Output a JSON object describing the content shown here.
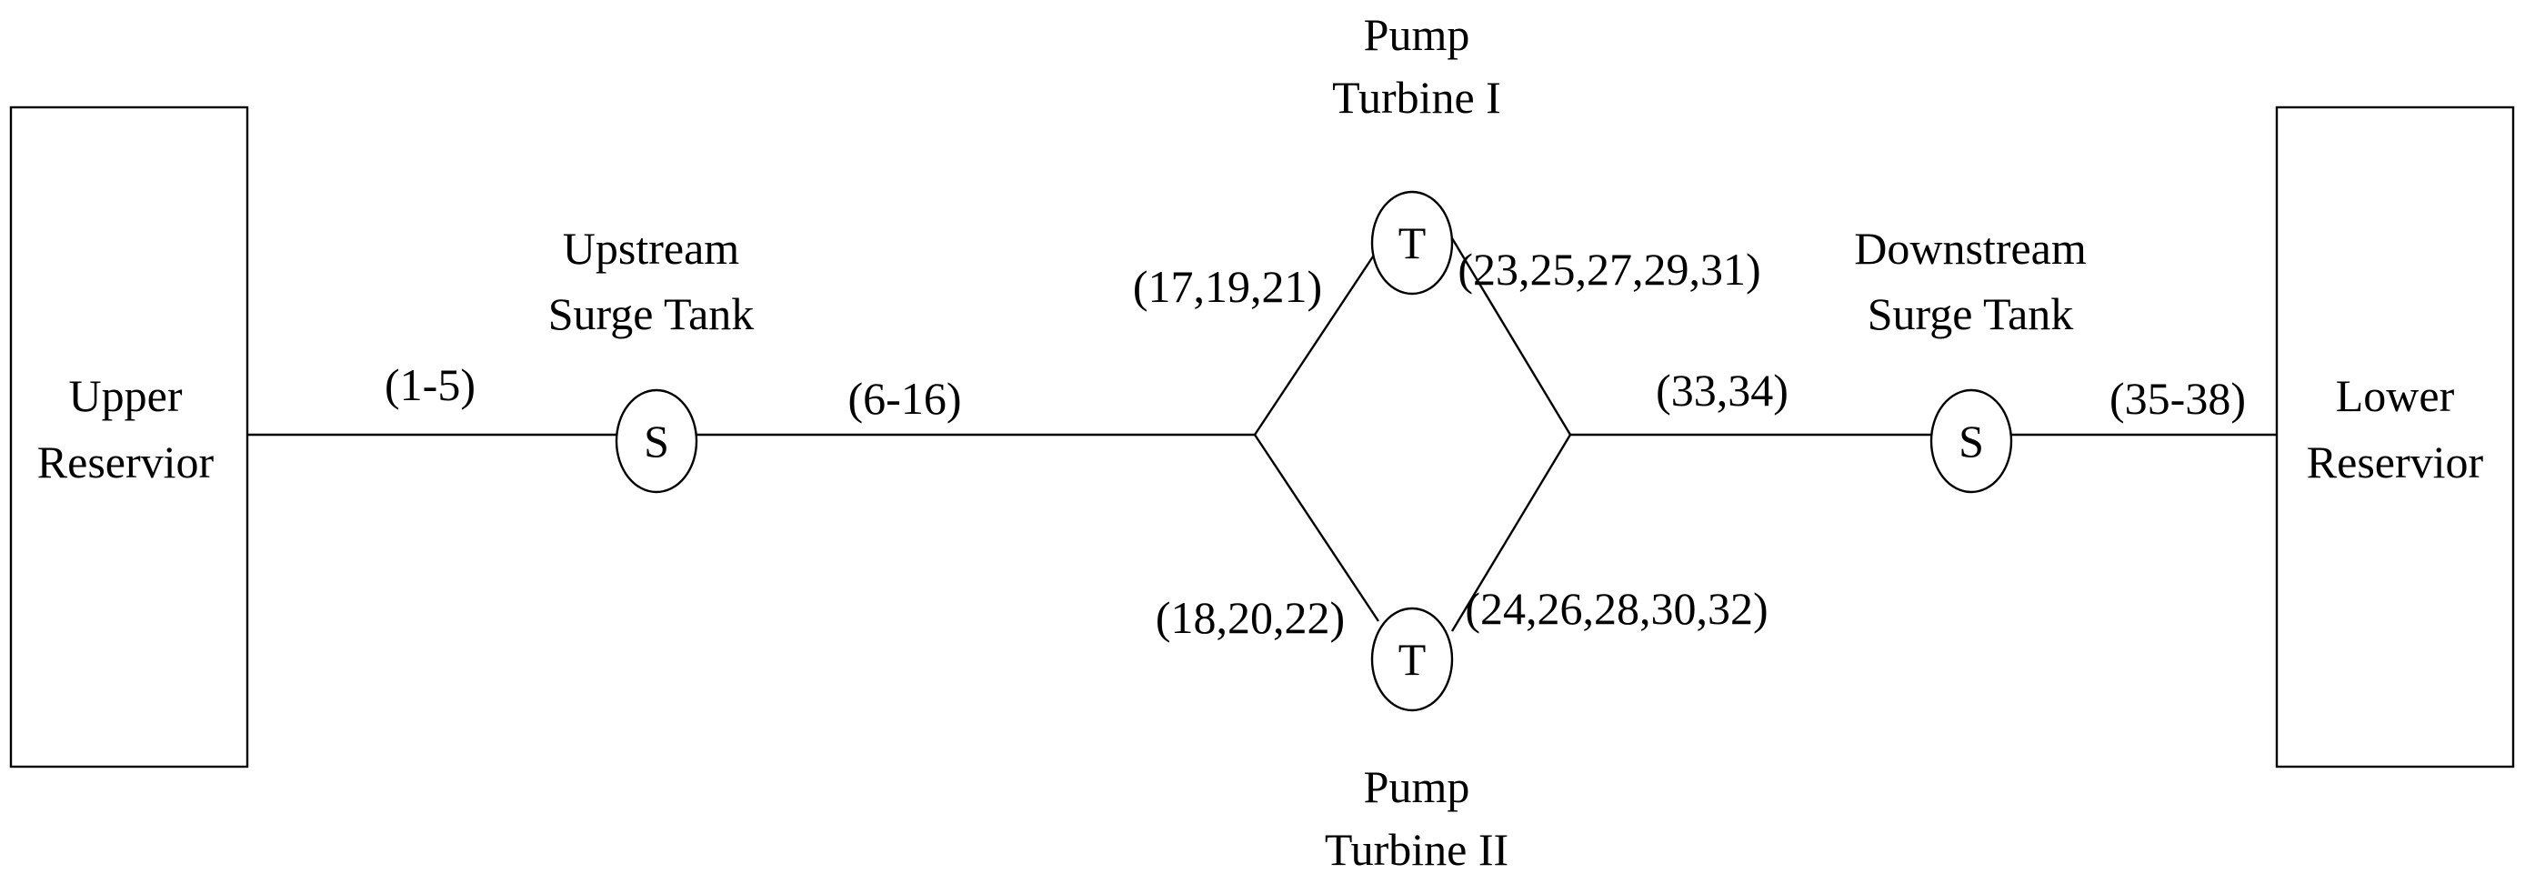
{
  "upper_reservoir": {
    "line1": "Upper",
    "line2": "Reservior"
  },
  "lower_reservoir": {
    "line1": "Lower",
    "line2": "Reservior"
  },
  "upstream_surge_tank": {
    "line1": "Upstream",
    "line2": "Surge Tank",
    "symbol": "S"
  },
  "downstream_surge_tank": {
    "line1": "Downstream",
    "line2": "Surge Tank",
    "symbol": "S"
  },
  "pump_turbine_1": {
    "line1": "Pump",
    "line2": "Turbine I",
    "symbol": "T"
  },
  "pump_turbine_2": {
    "line1": "Pump",
    "line2": "Turbine II",
    "symbol": "T"
  },
  "segments": {
    "upper_to_upstream": "(1-5)",
    "upstream_to_junction": "(6-16)",
    "junction_to_t1": "(17,19,21)",
    "junction_to_t2": "(18,20,22)",
    "t1_to_junction": "(23,25,27,29,31)",
    "t2_to_junction": "(24,26,28,30,32)",
    "junction_to_downstream": "(33,34)",
    "downstream_to_lower": "(35-38)"
  }
}
